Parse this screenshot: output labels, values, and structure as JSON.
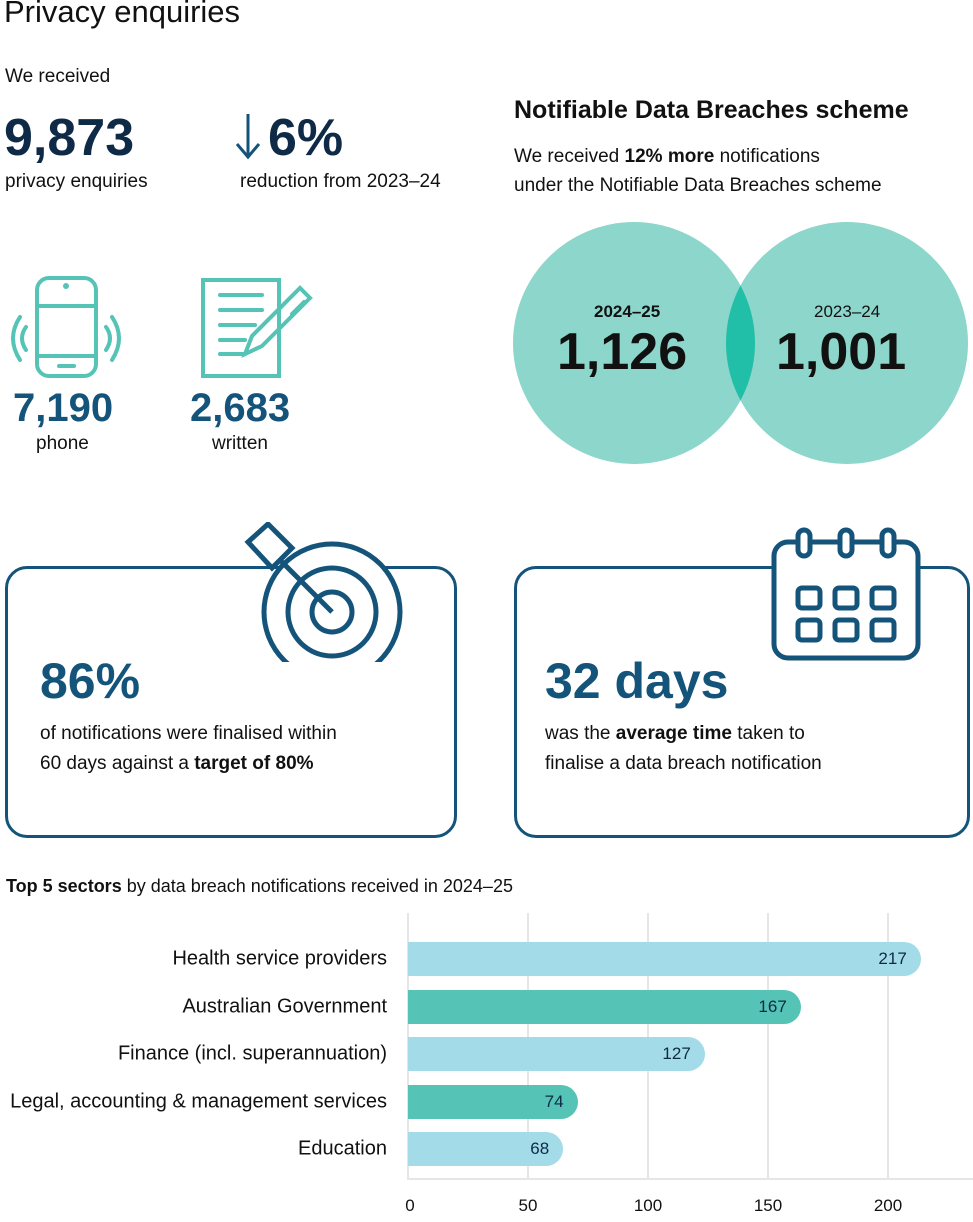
{
  "title": "Privacy enquiries",
  "received_label": "We received",
  "enquiries": {
    "value": "9,873",
    "label": "privacy enquiries"
  },
  "change": {
    "value": "6%",
    "direction": "down",
    "label": "reduction from 2023–24"
  },
  "phone": {
    "value": "7,190",
    "label": "phone"
  },
  "written": {
    "value": "2,683",
    "label": "written"
  },
  "ndb": {
    "heading": "Notifiable Data Breaches scheme",
    "line1_pre": "We received ",
    "line1_bold": "12% more",
    "line1_post": " notifications",
    "line2": "under the Notifiable Data Breaches scheme",
    "current": {
      "year": "2024–25",
      "value": "1,126"
    },
    "previous": {
      "year": "2023–24",
      "value": "1,001"
    }
  },
  "card_target": {
    "value": "86%",
    "line1": "of notifications were finalised within",
    "line2_pre": "60 days against a ",
    "line2_bold": "target of 80%"
  },
  "card_days": {
    "value": "32 days",
    "line1_pre": "was the ",
    "line1_bold": "average time",
    "line1_post": " taken to",
    "line2": "finalise a data breach notification"
  },
  "colors": {
    "navy": "#14547a",
    "teal": "#55c3b5",
    "light_blue": "#a3dbe8",
    "circle": "#8cd6cc",
    "overlap": "#22bfa8"
  },
  "chart_data": {
    "type": "bar",
    "title_bold": "Top 5 sectors",
    "title_rest": " by data breach notifications received in 2024–25",
    "categories": [
      "Health service providers",
      "Australian Government",
      "Finance (incl. superannuation)",
      "Legal, accounting & management services",
      "Education"
    ],
    "values": [
      217,
      167,
      127,
      74,
      68
    ],
    "bar_colors": [
      "#a3dbe8",
      "#55c3b5",
      "#a3dbe8",
      "#55c3b5",
      "#a3dbe8"
    ],
    "xticks": [
      0,
      50,
      100,
      150,
      200
    ],
    "xlim": [
      0,
      235
    ],
    "orientation": "horizontal",
    "grid": true
  }
}
